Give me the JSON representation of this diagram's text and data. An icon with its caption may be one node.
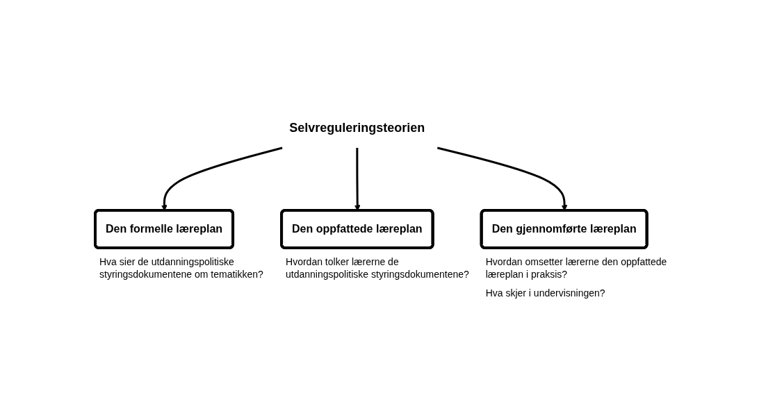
{
  "diagram": {
    "nodes": [
      {
        "text": [
          "Selvreguleringsteorien"
        ]
      },
      {
        "text": [
          "Den formelle læreplan"
        ],
        "beside": [
          "Hva sier de utdanningspolitiske styringsdokumentene om tematikken?"
        ]
      },
      {
        "text": [
          "Den oppfattede læreplan"
        ],
        "beside": [
          "Hvordan tolker lærerne de utdanningspolitiske styringsdokumentene?"
        ]
      },
      {
        "text": [
          "Den gjennomførte læreplan"
        ],
        "beside": [
          "Hvordan omsetter lærerne den oppfattede læreplan i praksis?",
          "Hva skjer i undervisningen?"
        ]
      }
    ],
    "edges": [
      {
        "from": 0,
        "to": 1,
        "arrow": "to"
      },
      {
        "from": 0,
        "to": 2,
        "arrow": "to"
      },
      {
        "from": 0,
        "to": 3,
        "arrow": "to"
      }
    ]
  }
}
